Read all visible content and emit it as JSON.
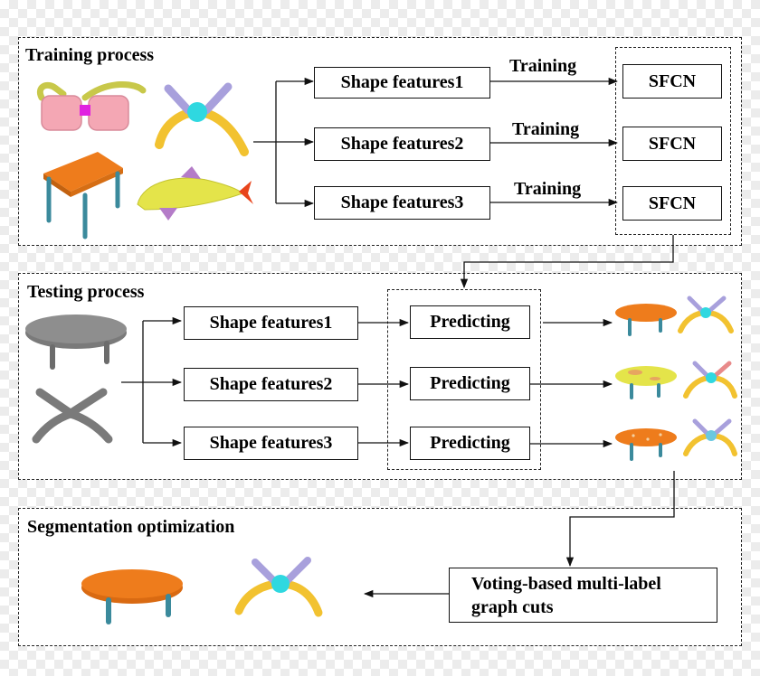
{
  "training": {
    "title": "Training process",
    "features": [
      "Shape features1",
      "Shape features2",
      "Shape features3"
    ],
    "arrow_label": "Training",
    "network": "SFCN"
  },
  "testing": {
    "title": "Testing process",
    "features": [
      "Shape features1",
      "Shape features2",
      "Shape features3"
    ],
    "predict_label": "Predicting"
  },
  "optimization": {
    "title": "Segmentation optimization",
    "method_line1": "Voting-based multi-label",
    "method_line2": "graph cuts"
  },
  "colors": {
    "part_orange": "#ee7c1c",
    "part_yellow": "#f2c230",
    "part_cyan": "#2fd8e0",
    "part_lavender": "#a8a0dc",
    "part_pink": "#f4a7b4",
    "part_magenta": "#e020e0",
    "part_lime": "#e4e44a",
    "part_teal": "#3b8a9c",
    "part_purple": "#b47cc8",
    "part_red": "#e8451c",
    "input_gray": "#7a7a7a"
  }
}
